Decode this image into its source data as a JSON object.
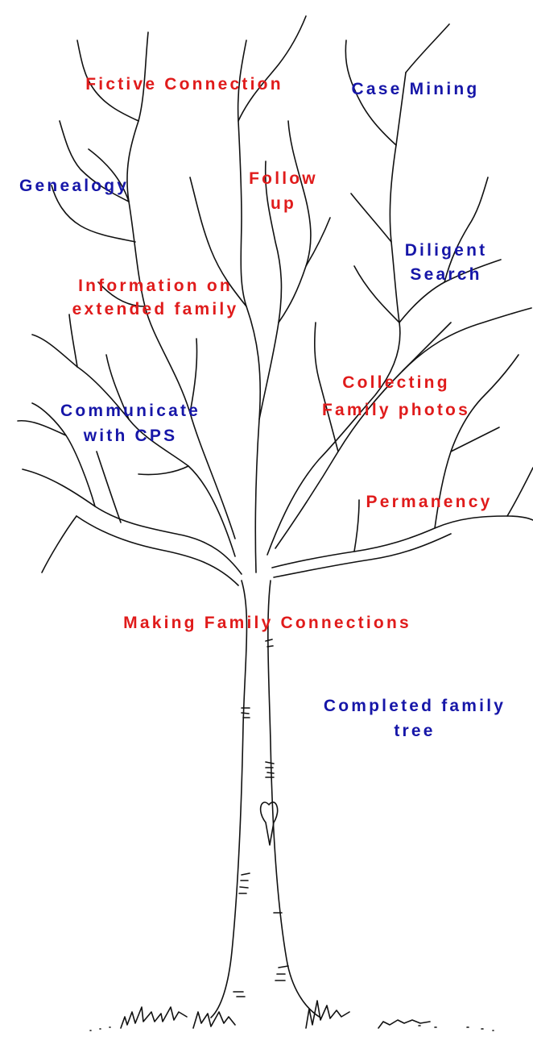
{
  "colors": {
    "red": "#e01b1b",
    "blue": "#1616a8",
    "ink": "#111111",
    "background": "#ffffff"
  },
  "icons": [
    "tree-drawing",
    "heart-carving"
  ],
  "labels": {
    "fictive_connection": [
      "Fictive Connection"
    ],
    "case_mining": [
      "Case Mining"
    ],
    "genealogy": [
      "Genealogy"
    ],
    "follow_up": [
      "Follow",
      "up"
    ],
    "diligent_search": [
      "Diligent",
      "Search"
    ],
    "information_extended_family": [
      "Information on",
      "extended family"
    ],
    "collecting_family_photos": [
      "Collecting",
      "Family photos"
    ],
    "communicate_cps": [
      "Communicate",
      "with CPS"
    ],
    "permanency": [
      "Permanency"
    ],
    "making_family_connections": [
      "Making Family Connections"
    ],
    "completed_family_tree": [
      "Completed family",
      "tree"
    ]
  },
  "label_colors": {
    "fictive_connection": "red",
    "case_mining": "blue",
    "genealogy": "blue",
    "follow_up": "red",
    "diligent_search": "blue",
    "information_extended_family": "red",
    "collecting_family_photos": "red",
    "communicate_cps": "blue",
    "permanency": "red",
    "making_family_connections": "red",
    "completed_family_tree": "blue"
  }
}
